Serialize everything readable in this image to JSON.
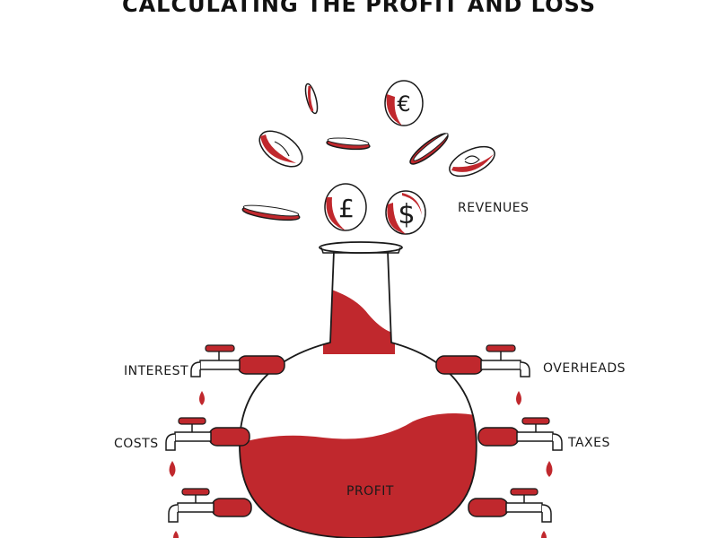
{
  "title": "CALCULATING THE PROFIT AND LOSS",
  "labels": {
    "revenues": "REVENUES",
    "interest": "INTEREST",
    "overheads": "OVERHEADS",
    "costs": "COSTS",
    "taxes": "TAXES",
    "profit": "PROFIT"
  },
  "coin_symbols": {
    "euro": "€",
    "pound": "£",
    "dollar": "$"
  },
  "colors": {
    "accent": "#c0282d",
    "ink": "#1a1a1a"
  }
}
